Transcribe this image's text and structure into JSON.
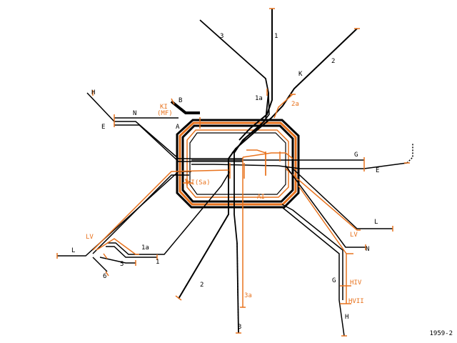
{
  "colors": {
    "black_line": "#000000",
    "orange_line": "#e8731e",
    "background": "#ffffff"
  },
  "caption": "1959-2",
  "labels": {
    "l_1": "1",
    "l_1a_top": "1a",
    "l_1a_sw": "1a",
    "l_1_sw": "1",
    "l_2_ne": "2",
    "l_2_sw": "2",
    "l_2a": "2a",
    "l_3_top": "3",
    "l_3_bottom": "3",
    "l_3a": "3a",
    "l_5": "5",
    "l_6": "6",
    "l_A": "A",
    "l_B": "B",
    "l_E_left": "E",
    "l_E_right": "E",
    "l_G_right": "G",
    "l_G_bottom": "G",
    "l_H_top": "H",
    "l_H_bottom": "H",
    "l_K": "K",
    "l_L_left": "L",
    "l_L_right": "L",
    "l_N_left": "N",
    "l_N_right": "N",
    "l_KI": "KI",
    "l_MF": "(MF)",
    "l_KISa": "KI(Sa)",
    "l_AI": "AI",
    "l_LV_left": "LV",
    "l_LV_right": "LV",
    "l_HIV": "HIV",
    "l_HVII": "HVII"
  }
}
